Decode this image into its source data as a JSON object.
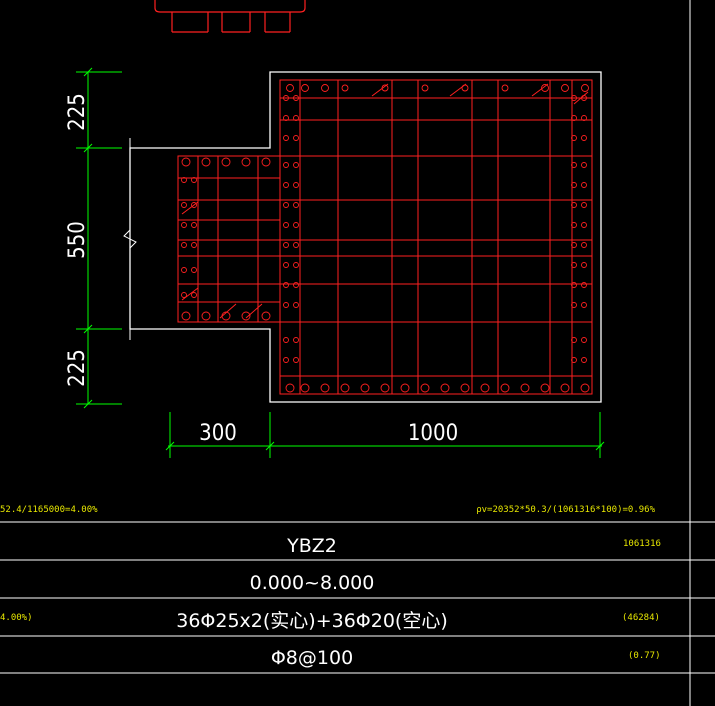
{
  "dimensions": {
    "left": [
      "225",
      "550",
      "225"
    ],
    "bottom": [
      "300",
      "1000"
    ]
  },
  "notes": {
    "left_ratio": "52.4/1165000=4.00%",
    "right_ratio": "ρv=20352*50.3/(1061316*100)=0.96%",
    "area": "1061316",
    "steel_area": "(46284)",
    "stirrup_ratio": "(0.77)",
    "left_pct": "4.00%)"
  },
  "table": {
    "name": "YBZ2",
    "elevation": "0.000~8.000",
    "longitudinal_rebar": "36Φ25x2(实心)+36Φ20(空心)",
    "stirrup": "Φ8@100"
  },
  "colors": {
    "background": "#000000",
    "outline": "#ffffff",
    "rebar": "#ff2020",
    "dimension": "#00ff00",
    "note": "#e6e600"
  }
}
